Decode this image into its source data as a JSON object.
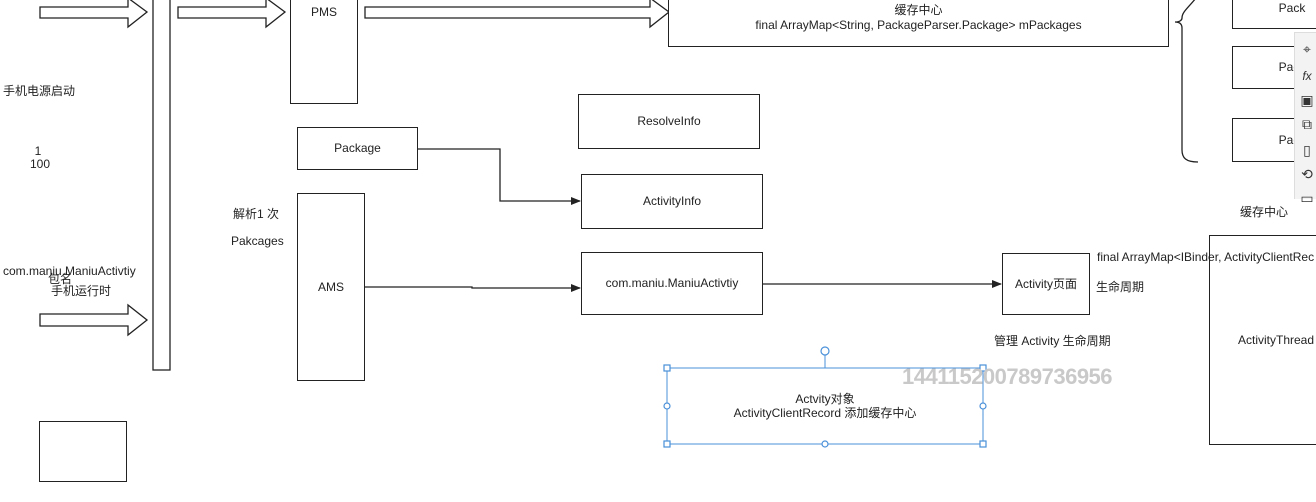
{
  "nodes": {
    "pms": "PMS",
    "cache_top_partial": "缓存中心",
    "cache_top": "final ArrayMap<String, PackageParser.Package> mPackages",
    "pack_1": "Pack",
    "pack_2": "Pack",
    "pack_3": "Pack",
    "resolveinfo": "ResolveInfo",
    "package": "Package",
    "activityinfo": "ActivityInfo",
    "ams": "AMS",
    "maniu_activity": "com.maniu.ManiuActivtiy",
    "activity_page": "Activity页面",
    "activity_thread": "ActivityThread",
    "selected_line1": "Actvity对象",
    "selected_line2": "ActivityClientRecord 添加缓存中心"
  },
  "labels": {
    "power_on": "手机电源启动",
    "num_1": "1",
    "num_100": "100",
    "parse_once": "解析1 次",
    "pakcages": "Pakcages",
    "pkg_name": "包名",
    "pkg_value": "com.maniu.ManiuActivtiy",
    "runtime": "手机运行时",
    "lifecycle": "生命周期",
    "manage_lifecycle": "管理  Activity 生命周期",
    "cache_center": "缓存中心",
    "cache_client": "final ArrayMap<IBinder, ActivityClientRec"
  },
  "watermark": "144115200789736956",
  "toolbar": [
    "crosshair-icon",
    "formula-icon",
    "frame-icon",
    "copy-icon",
    "page-icon",
    "history-icon",
    "comment-icon"
  ],
  "colors": {
    "stroke": "#222222",
    "selection": "#4a90d9",
    "watermark": "#c9c9c9"
  }
}
